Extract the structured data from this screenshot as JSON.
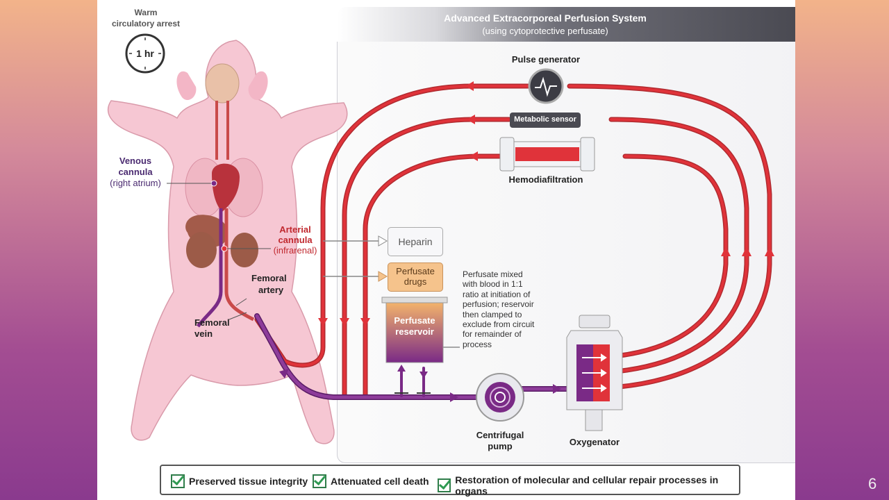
{
  "header": {
    "title": "Advanced Extracorporeal Perfusion System",
    "subtitle": "(using cytoprotective perfusate)"
  },
  "clock": {
    "label_line1": "Warm",
    "label_line2": "circulatory arrest",
    "value": "1 hr"
  },
  "labels": {
    "venous_cannula_1": "Venous",
    "venous_cannula_2": "cannula",
    "venous_cannula_3": "(right atrium)",
    "arterial_cannula_1": "Arterial",
    "arterial_cannula_2": "cannula",
    "arterial_cannula_3": "(infrarenal)",
    "femoral_artery_1": "Femoral",
    "femoral_artery_2": "artery",
    "femoral_vein_1": "Femoral",
    "femoral_vein_2": "vein",
    "pulse_generator": "Pulse generator",
    "metabolic_sensor": "Metabolic sensor",
    "hemodiafiltration": "Hemodiafiltration",
    "heparin": "Heparin",
    "perfusate_drugs_1": "Perfusate",
    "perfusate_drugs_2": "drugs",
    "reservoir_1": "Perfusate",
    "reservoir_2": "reservoir",
    "note_1": "Perfusate mixed",
    "note_2": "with blood in 1:1",
    "note_3": "ratio at initiation of",
    "note_4": "perfusion; reservoir",
    "note_5": "then clamped to",
    "note_6": "exclude from circuit",
    "note_7": "for remainder of",
    "note_8": "process",
    "centrifugal_pump_1": "Centrifugal",
    "centrifugal_pump_2": "pump",
    "oxygenator": "Oxygenator"
  },
  "benefits": [
    {
      "label": "Preserved tissue integrity"
    },
    {
      "label": "Attenuated cell death"
    },
    {
      "label": "Restoration of molecular and cellular repair processes in organs"
    }
  ],
  "page_number": "6",
  "colors": {
    "arterial": "#e0333a",
    "venous": "#7a2a86",
    "pig": "#f6c7d3",
    "accent_red": "#c0282e",
    "header_dark": "#3c3c44",
    "drugs_fill": "#f5c38c"
  }
}
